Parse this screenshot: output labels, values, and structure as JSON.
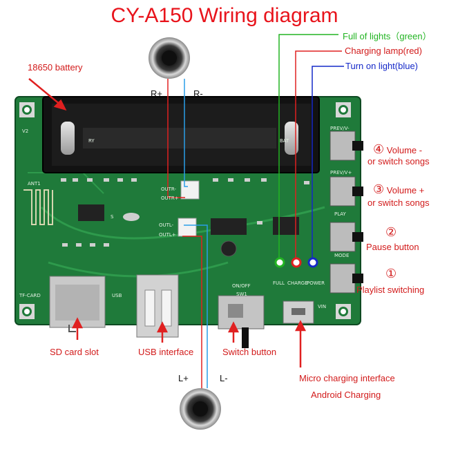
{
  "title": "CY-A150 Wiring diagram",
  "callouts": {
    "battery": "18650 battery",
    "full": "Full of lights（green）",
    "charging": "Charging lamp(red)",
    "turn_on": "Turn on light(blue)",
    "sd": "SD card slot",
    "usb": "USB interface",
    "switch": "Switch button",
    "micro_line1": "Micro charging interface",
    "micro_line2": "Android Charging"
  },
  "speakers": {
    "r_plus": "R+",
    "r_minus": "R-",
    "l_plus": "L+",
    "l_minus": "L-"
  },
  "buttons": [
    {
      "num": "④",
      "line1": "Volume -",
      "line2": "or switch songs",
      "pcb": "PREV/V-"
    },
    {
      "num": "③",
      "line1": "Volume +",
      "line2": "or switch songs",
      "pcb": "PREV/V+"
    },
    {
      "num": "②",
      "line1": "Pause button",
      "line2": "",
      "pcb": "PLAY"
    },
    {
      "num": "①",
      "line1": "Playlist switching",
      "line2": "",
      "pcb": "MODE"
    }
  ],
  "pcb_labels": {
    "outr_minus": "OUTR-",
    "outr_plus": "OUTR+",
    "outl_minus": "OUTL-",
    "outl_plus": "OUTL+",
    "on_off": "ON/OFF",
    "sw": "SW1",
    "tf_card": "TF-CARD",
    "usb": "USB",
    "vin": "VIN",
    "full": "FULL",
    "charge": "CHARGE",
    "power": "POWER",
    "ry": "RY",
    "bat": "BAT",
    "v2": "V2",
    "ant": "ANT1",
    "s": "S"
  },
  "colors": {
    "title": "#e8131b",
    "label_red": "#d21a1a",
    "green_led": "#22b422",
    "blue_led": "#1428c8",
    "pcb": "#1f7a3a",
    "wire_red": "#e02020",
    "wire_blue": "#2a9ee8"
  }
}
